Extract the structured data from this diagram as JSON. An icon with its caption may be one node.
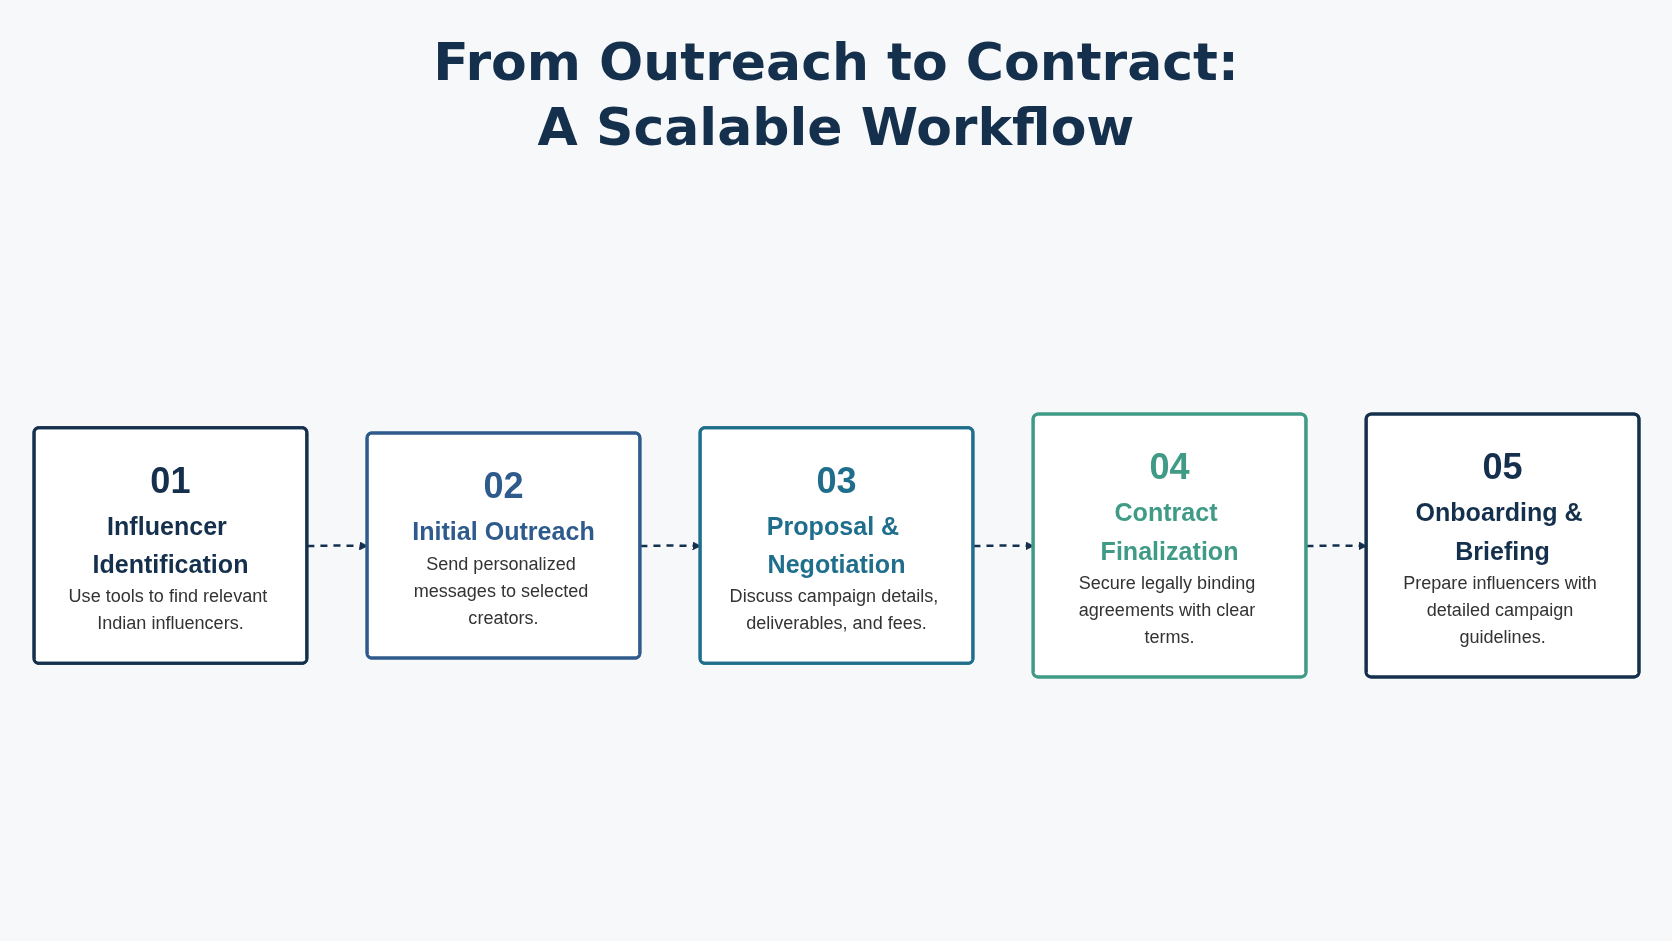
{
  "diagram": {
    "title": "From Outreach to Contract: A Scalable Workflow",
    "nodes": [
      {
        "text": [
          "01",
          "Influencer Identification",
          "Use tools to find relevant Indian influencers."
        ]
      },
      {
        "text": [
          "02",
          "Initial Outreach",
          "Send personalized messages to selected creators."
        ]
      },
      {
        "text": [
          "03",
          "Proposal & Negotiation",
          "Discuss campaign details, deliverables, and fees."
        ]
      },
      {
        "text": [
          "04",
          "Contract Finalization",
          "Secure legally binding agreements with clear terms."
        ]
      },
      {
        "text": [
          "05",
          "Onboarding & Briefing",
          "Prepare influencers with detailed campaign guidelines."
        ]
      }
    ],
    "edges": [
      {
        "from": 0,
        "to": 1,
        "arrow": "to",
        "style": "dashed"
      },
      {
        "from": 1,
        "to": 2,
        "arrow": "to",
        "style": "dashed"
      },
      {
        "from": 2,
        "to": 3,
        "arrow": "to",
        "style": "dashed"
      },
      {
        "from": 3,
        "to": 4,
        "arrow": "to",
        "style": "dashed"
      }
    ]
  }
}
